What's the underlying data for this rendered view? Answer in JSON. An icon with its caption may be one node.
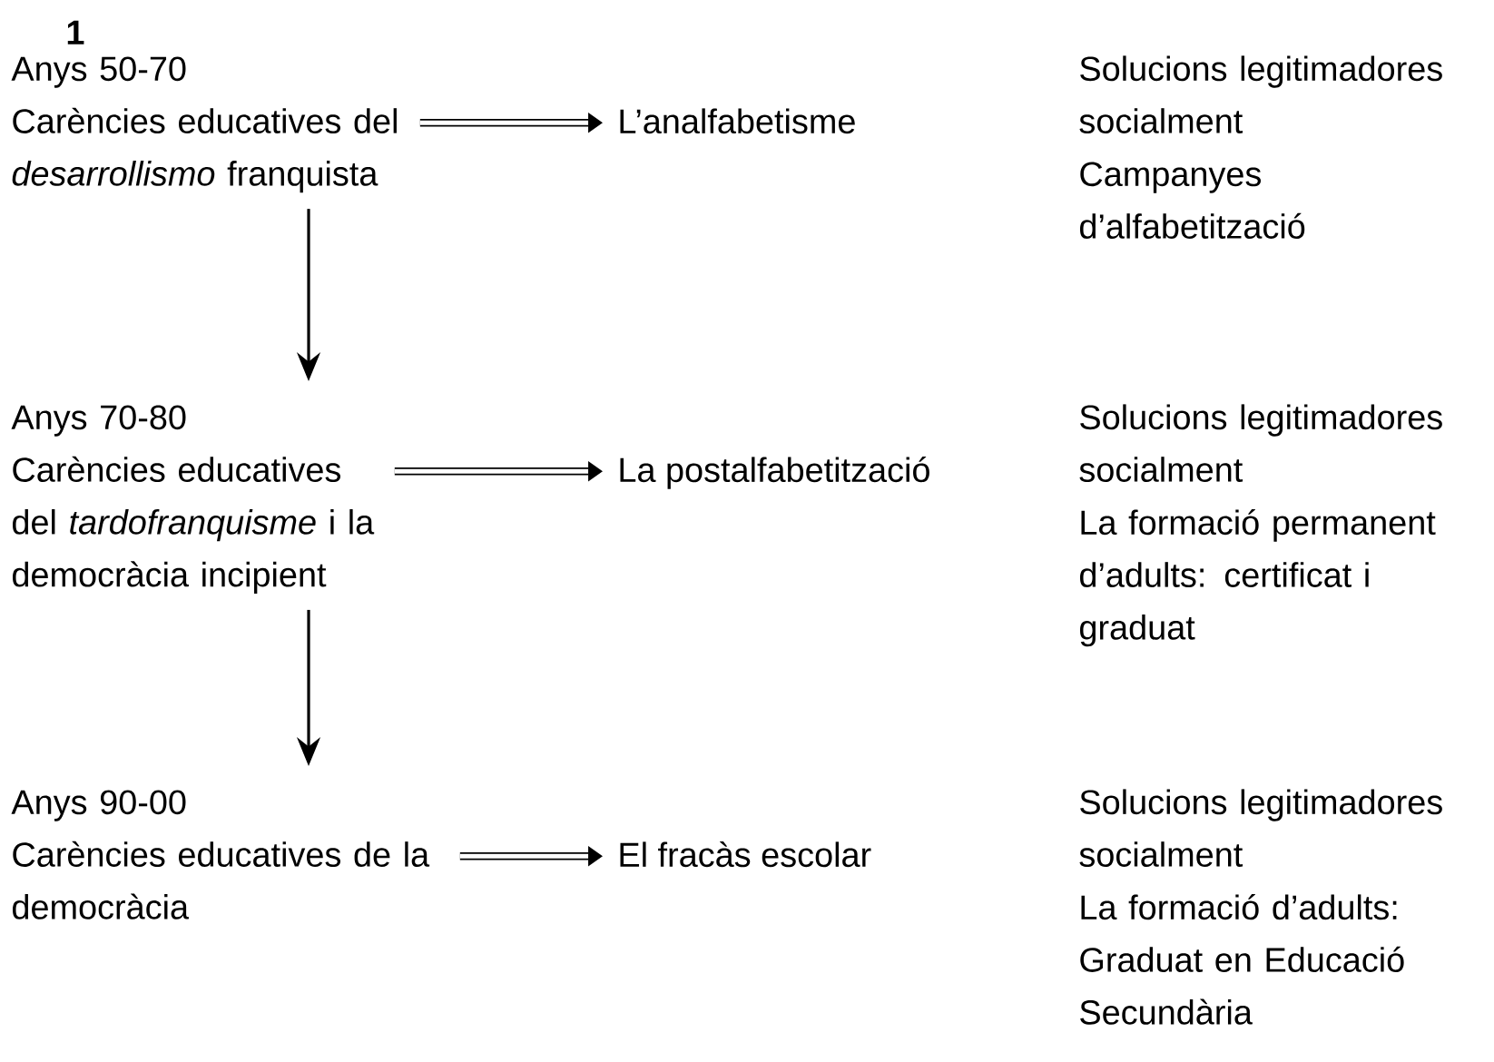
{
  "diagram": {
    "nodes": [
      {
        "text": [
          "Anys 50-70",
          "Carències educatives del *desarrollismo* franquista"
        ]
      },
      {
        "text": [
          "L’analfabetisme"
        ]
      },
      {
        "text": [
          "Anys 70-80",
          "Carències educatives del *tardofranquisme* i la democràcia incipient"
        ]
      },
      {
        "text": [
          "La postalfabetització"
        ]
      },
      {
        "text": [
          "Anys 90-00",
          "Carències educatives de la democràcia"
        ]
      },
      {
        "text": [
          "El fracàs escolar"
        ]
      }
    ],
    "edges": [
      {
        "from": 0,
        "to": 1,
        "arrow": "to"
      },
      {
        "from": 0,
        "to": 2,
        "arrow": "to"
      },
      {
        "from": 2,
        "to": 3,
        "arrow": "to"
      },
      {
        "from": 2,
        "to": 4,
        "arrow": "to"
      },
      {
        "from": 4,
        "to": 5,
        "arrow": "to"
      }
    ],
    "labels": [
      "1",
      "Solucions legitimadores socialment",
      "Campanyes d’alfabetització",
      "Solucions legitimadores socialment",
      "La formació permanent d’adults: certificat i graduat",
      "Solucions legitimadores socialment",
      "La formació d’adults: Graduat en Educació Secundària"
    ]
  }
}
